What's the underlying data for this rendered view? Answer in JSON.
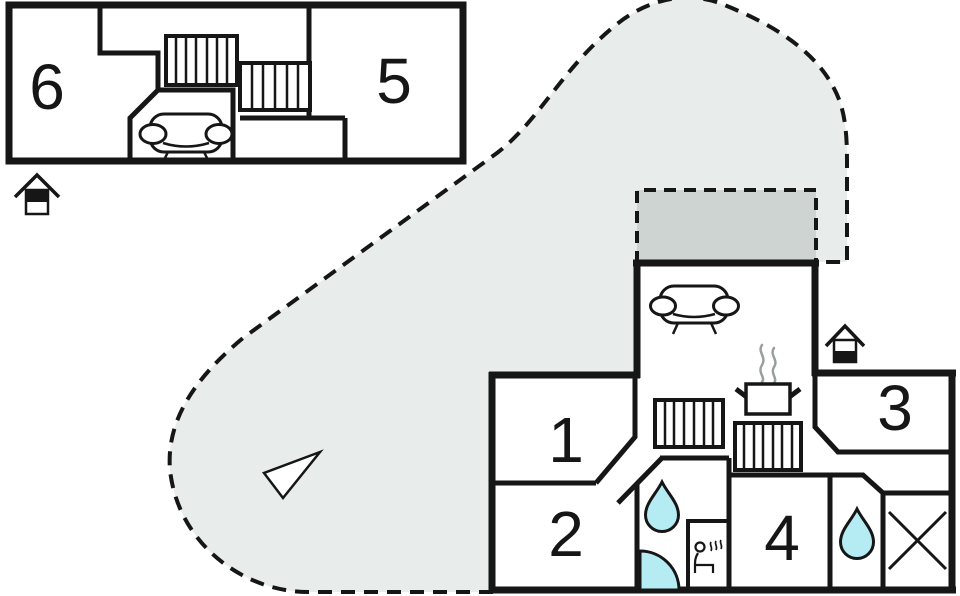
{
  "rooms": {
    "upper_floor": [
      {
        "label": "6"
      },
      {
        "label": "5"
      }
    ],
    "ground_floor": [
      {
        "label": "1"
      },
      {
        "label": "2"
      },
      {
        "label": "3"
      },
      {
        "label": "4"
      }
    ]
  },
  "colors": {
    "wall": "#161616",
    "plot_fill": "#e8edeb",
    "terrace_fill": "#cdd4d2",
    "water": "#b5ecf4",
    "steam_gray": "#98a09e"
  },
  "icons": {
    "entrance": "house-entrance-icon",
    "direction": "direction-arrow-icon",
    "water_drop": "water-drop-icon",
    "shower": "shower-quarter-circle-icon",
    "sauna": "sauna-person-icon",
    "stairs": "staircase-icon",
    "sofa": "sofa-top-view-icon",
    "stove": "stove-pot-icon",
    "crossed_square": "crossed-square-icon"
  }
}
